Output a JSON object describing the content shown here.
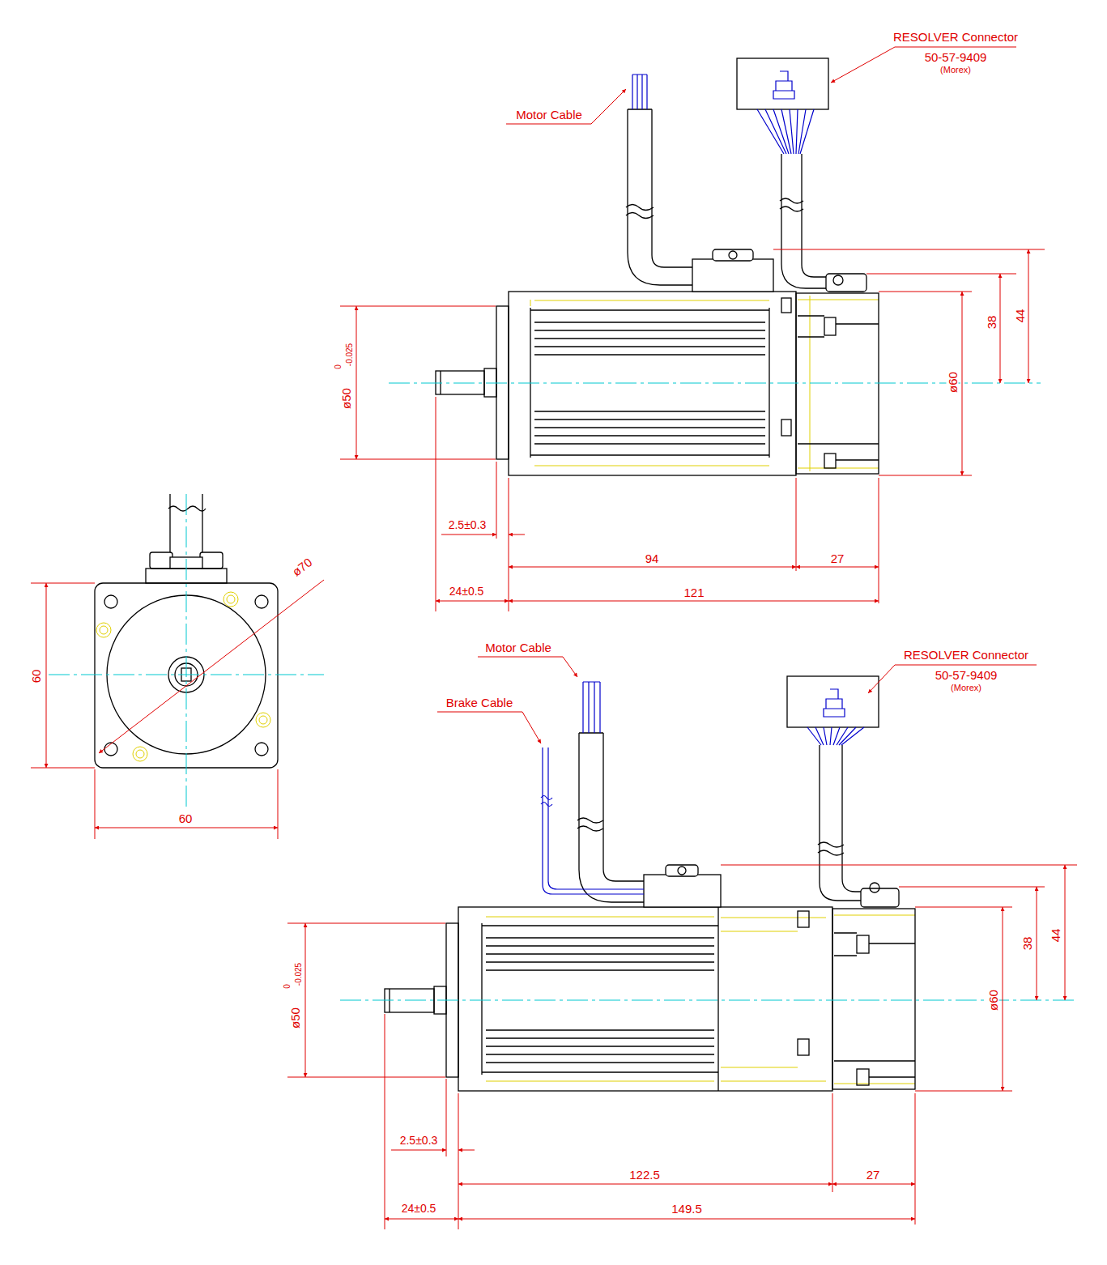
{
  "diagram": {
    "labels": [
      "RESOLVER Connector",
      "50-57-9409",
      "(Morex)",
      "Motor Cable",
      "ø50",
      "0",
      "-0.025",
      "38",
      "44",
      "ø60",
      "2.5±0.3",
      "94",
      "27",
      "24±0.5",
      "121",
      "60",
      "ø70",
      "60",
      "Motor Cable",
      "Brake Cable",
      "RESOLVER Connector",
      "50-57-9409",
      "(Morex)",
      "ø50",
      "0",
      "-0.025",
      "38",
      "44",
      "ø60",
      "2.5±0.3",
      "122.5",
      "27",
      "24±0.5",
      "149.5"
    ]
  }
}
